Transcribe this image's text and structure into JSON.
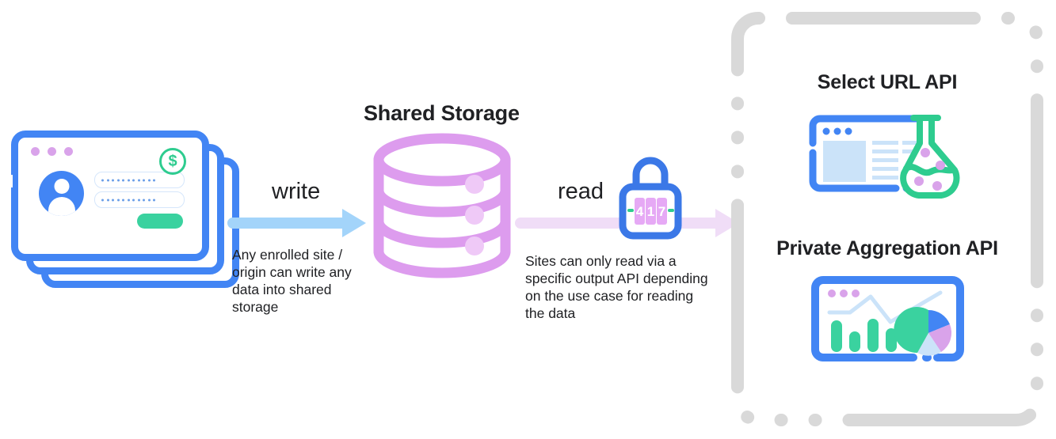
{
  "diagram": {
    "type": "shared-storage-flow",
    "title_center": "Shared Storage",
    "nodes": {
      "source": {
        "name": "enrolled-sites-browser-stack",
        "icon": "stacked-browser-windows-icon",
        "window_count": 3,
        "elements": {
          "traffic_dots": 3,
          "avatar": "user-avatar-icon",
          "fields": 2,
          "submit_button": "",
          "badge": "$"
        }
      },
      "storage": {
        "name": "shared-storage-database",
        "icon": "database-cylinder-icon",
        "label": "Shared Storage",
        "segments": 3
      },
      "lock": {
        "name": "combination-padlock",
        "icon": "padlock-icon",
        "combination": "417"
      }
    },
    "flows": [
      {
        "id": "write",
        "label": "write",
        "caption": "Any enrolled site / origin can write any data into shared storage",
        "color": "#a3d4fa",
        "direction": "right"
      },
      {
        "id": "read",
        "label": "read",
        "caption": "Sites can only read via a specific output API depending on the use case for reading the data",
        "color": "#f0ddf7",
        "direction": "right"
      }
    ],
    "output_apis": {
      "panel_style": "dashed-rounded-border",
      "panel_border_color": "#d9d9d9",
      "items": [
        {
          "title": "Select URL API",
          "icon": "browser-window-with-flask-icon",
          "accent": "#2ecc8f"
        },
        {
          "title": "Private Aggregation API",
          "icon": "browser-window-with-charts-icon",
          "accent": "#3ad29f"
        }
      ]
    },
    "colors": {
      "browser_blue": "#4285f4",
      "storage_purple": "#dd9cee",
      "write_arrow": "#a3d4fa",
      "read_arrow": "#f0ddf7",
      "green": "#2ecc8f",
      "text": "#202124",
      "panel_border": "#d9d9d9"
    }
  }
}
